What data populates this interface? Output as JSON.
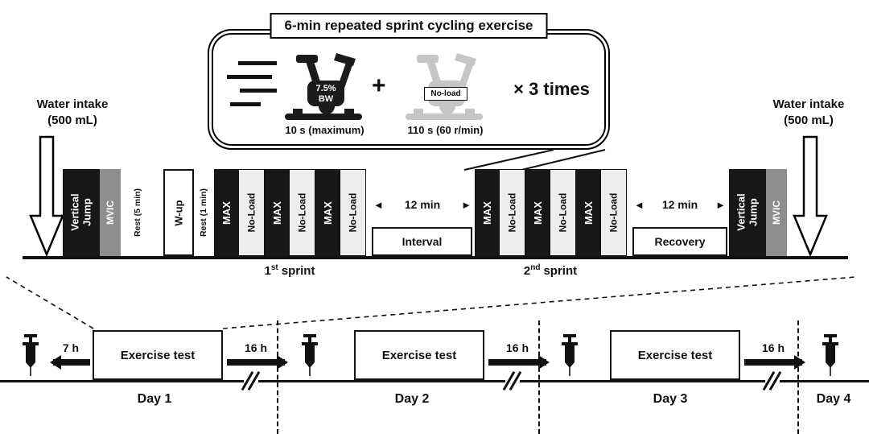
{
  "callout": {
    "title": "6-min repeated sprint cycling exercise",
    "sprint_bike": {
      "label": "7.5% BW",
      "caption": "10 s (maximum)"
    },
    "plus": "+",
    "noload_bike": {
      "label": "No-load",
      "caption": "110 s (60 r/min)"
    },
    "repeat": "× 3 times"
  },
  "timeline": {
    "water_intake_left": {
      "line1": "Water intake",
      "line2": "(500 mL)"
    },
    "water_intake_right": {
      "line1": "Water intake",
      "line2": "(500 mL)"
    },
    "vertical_jump": "Vertical Jump",
    "mvic": "MVIC",
    "rest_5": "Rest (5 min)",
    "warm_up": "W-up",
    "rest_1": "Rest (1 min)",
    "max": "MAX",
    "no_load": "No-Load",
    "sprint1": {
      "num": "1",
      "sup": "st",
      "word": "sprint"
    },
    "sprint2": {
      "num": "2",
      "sup": "nd",
      "word": "sprint"
    },
    "interval": {
      "duration": "12 min",
      "label": "Interval"
    },
    "recovery": {
      "duration": "12 min",
      "label": "Recovery"
    },
    "arrow_left": "◄",
    "arrow_right": "►"
  },
  "days": {
    "test_label": "Exercise test",
    "pre_interval": "7 h",
    "post_interval": "16 h",
    "labels": [
      "Day 1",
      "Day 2",
      "Day 3",
      "Day 4"
    ]
  }
}
